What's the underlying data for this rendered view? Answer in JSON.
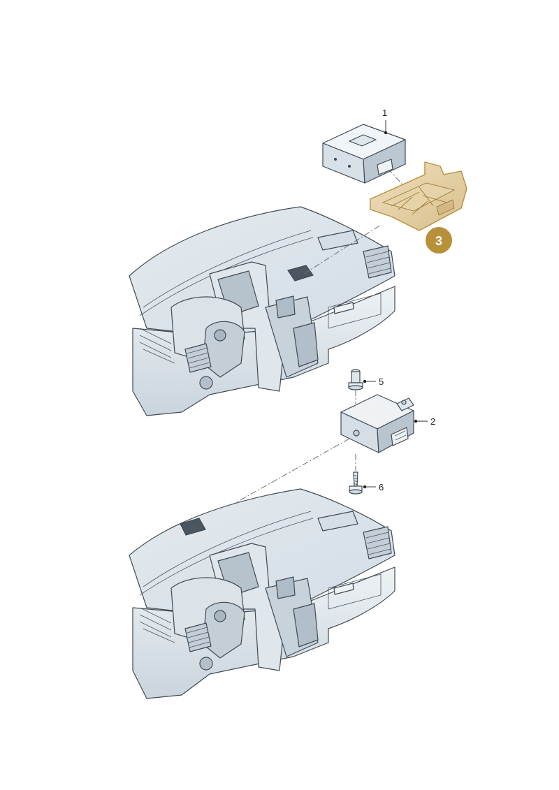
{
  "diagram": {
    "callouts": [
      {
        "id": "1",
        "label": "1"
      },
      {
        "id": "2",
        "label": "2"
      },
      {
        "id": "3",
        "label": "3"
      },
      {
        "id": "5",
        "label": "5"
      },
      {
        "id": "6",
        "label": "6"
      }
    ]
  },
  "colors": {
    "highlight": "#c9a24a",
    "badge": "#b8903a",
    "part_fill": "#e9eef2",
    "part_shadow": "#b9c5cf",
    "outline": "#3f4a55"
  },
  "icons": {
    "control_unit": "control-unit-icon",
    "mounting_bracket": "mounting-bracket-icon",
    "sensor_module": "sensor-module-icon",
    "bolt": "bolt-icon",
    "screw": "screw-icon"
  }
}
